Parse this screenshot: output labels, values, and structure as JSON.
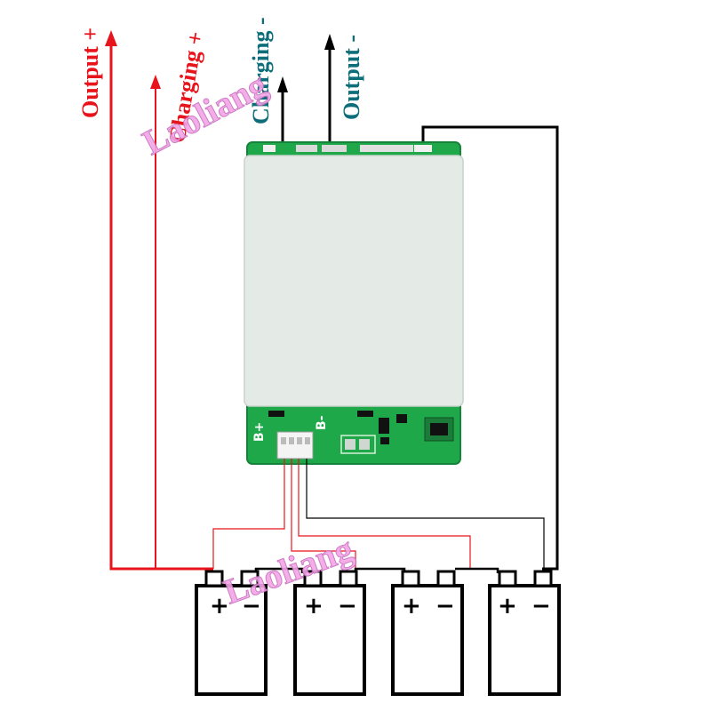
{
  "labels": {
    "output_pos": "Output +",
    "charging_pos": "Charging +",
    "charging_neg": "Charging -",
    "output_neg": "Output -"
  },
  "watermark": "Laoliang",
  "board": {
    "pin_b_pos": "B+",
    "pin_b_neg": "B-"
  },
  "batteries": [
    {
      "pos": "+",
      "neg": "−"
    },
    {
      "pos": "+",
      "neg": "−"
    },
    {
      "pos": "+",
      "neg": "−"
    },
    {
      "pos": "+",
      "neg": "−"
    }
  ],
  "colors": {
    "positive_wire": "#e8141c",
    "negative_wire": "#000000",
    "output_pos_text": "#e8141c",
    "charging_pos_text": "#e8141c",
    "charging_neg_text": "#0d6e7a",
    "output_neg_text": "#0d6e7a",
    "board_pcb": "#1fa84a",
    "board_cover": "#e4eae6",
    "watermark": "#f2a6e6"
  }
}
